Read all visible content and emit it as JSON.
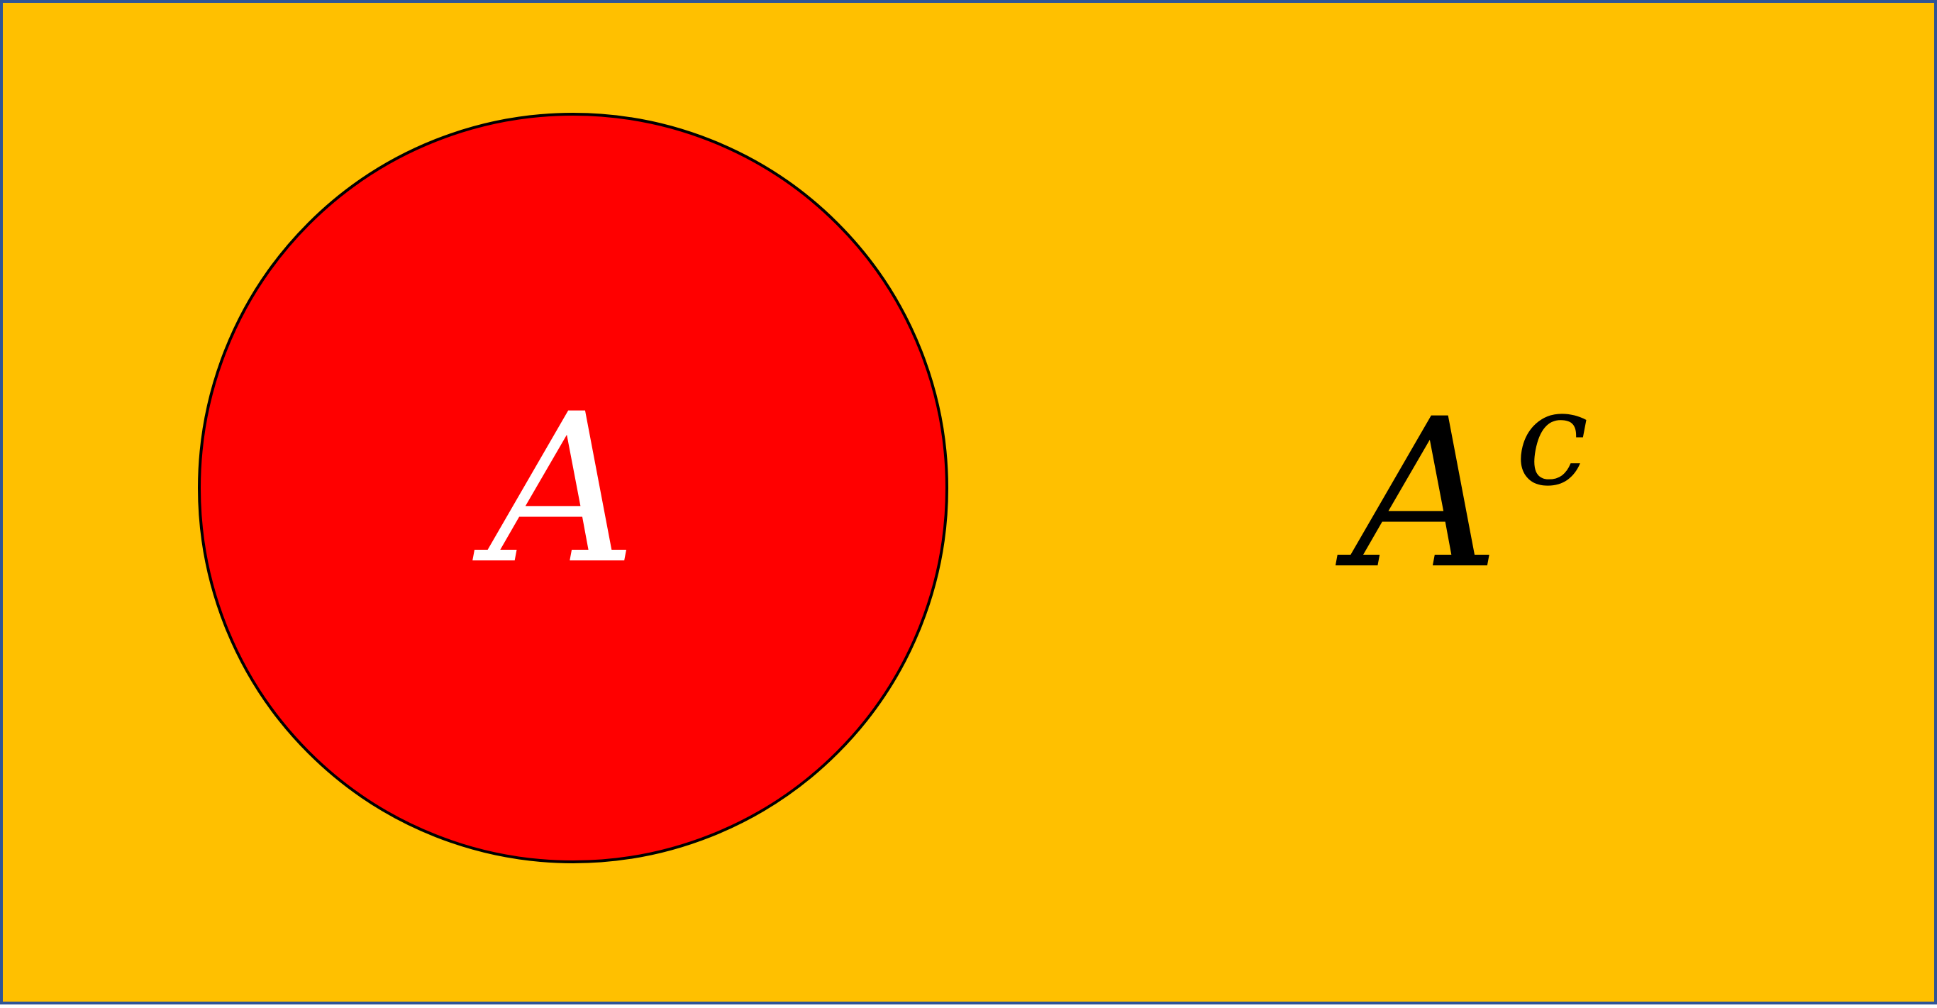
{
  "diagram": {
    "set_label": "A",
    "complement_base": "A",
    "complement_superscript": "c"
  },
  "colors": {
    "universe_fill": "#FFC000",
    "universe_border": "#2F5597",
    "set_fill": "#FF0000",
    "set_stroke": "#000000",
    "set_label_color": "#FFFFFF",
    "complement_label_color": "#000000"
  }
}
